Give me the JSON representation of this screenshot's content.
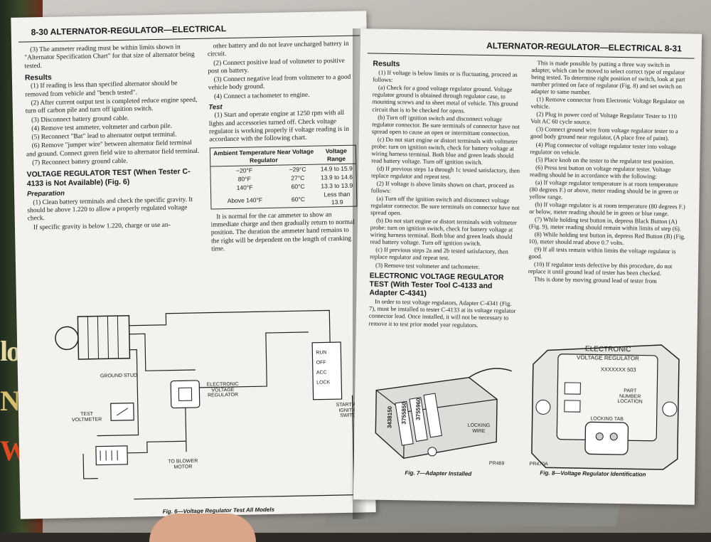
{
  "left_page": {
    "header": "8-30   ALTERNATOR-REGULATOR—ELECTRICAL",
    "col1": [
      {
        "t": "p",
        "text": "(3) The ammeter reading must be within limits shown in \"Alternator Specification Chart\" for that size of alternator being tested."
      },
      {
        "t": "h3",
        "text": "Results"
      },
      {
        "t": "p",
        "text": "(1) If reading is less than specified alternator should be removed from vehicle and \"bench tested\"."
      },
      {
        "t": "p",
        "text": "(2) After current output test is completed reduce engine speed, turn off carbon pile and turn off ignition switch."
      },
      {
        "t": "p",
        "text": "(3) Disconnect battery ground cable."
      },
      {
        "t": "p",
        "text": "(4) Remove test ammeter, voltmeter and carbon pile."
      },
      {
        "t": "p",
        "text": "(5) Reconnect \"Bat\" lead to alternator output terminal."
      },
      {
        "t": "p",
        "text": "(6) Remove \"jumper wire\" between alternator field terminal and ground. Connect green field wire to alternator field terminal."
      },
      {
        "t": "p",
        "text": "(7) Reconnect battery ground cable."
      },
      {
        "t": "h3",
        "text": "VOLTAGE REGULATOR TEST (When Tester C-4133 is Not Available) (Fig. 6)"
      },
      {
        "t": "h4",
        "text": "Preparation"
      },
      {
        "t": "p",
        "text": "(1) Clean battery terminals and check the specific gravity. It should be above 1.220 to allow a properly regulated voltage check."
      },
      {
        "t": "p",
        "text": "If specific gravity is below 1.220, charge or use an-"
      }
    ],
    "col2a": [
      {
        "t": "p",
        "text": "other battery and do not leave uncharged battery in circuit."
      },
      {
        "t": "p",
        "text": "(2) Connect positive lead of voltmeter to positive post on battery."
      },
      {
        "t": "p",
        "text": "(3) Connect negative lead from voltmeter to a good vehicle body ground."
      },
      {
        "t": "p",
        "text": "(4) Connect a tachometer to engine."
      },
      {
        "t": "h4",
        "text": "Test"
      },
      {
        "t": "p",
        "text": "(1) Start and operate engine at 1250 rpm with all lights and accessories turned off. Check voltage regulator is working properly if voltage reading is in accordance with the following chart."
      }
    ],
    "table": {
      "h1": "Ambient Temperature Near Voltage Regulator",
      "h2": "Voltage Range",
      "rows": [
        [
          "−20°F",
          "−29°C",
          "14.9 to 15.9"
        ],
        [
          "80°F",
          "27°C",
          "13.9 to 14.6"
        ],
        [
          "140°F",
          "60°C",
          "13.3 to 13.9"
        ],
        [
          "Above 140°F",
          "60°C",
          "Less than 13.9"
        ]
      ]
    },
    "col2b": [
      {
        "t": "p",
        "text": "It is normal for the car ammeter to show an immediate charge and then gradually return to normal position. The duration the ammeter hand remains to the right will be dependent on the length of cranking time."
      }
    ],
    "fig_labels": {
      "ground_stud": "GROUND STUD",
      "test_voltmeter": "TEST VOLTMETER",
      "regulator": "ELECTRONIC VOLTAGE REGULATOR",
      "blower": "TO BLOWER MOTOR",
      "run": "RUN",
      "off": "OFF",
      "acc": "ACC",
      "lock": "LOCK",
      "switch": "START AND IGNITION SWITCH"
    },
    "caption": "Fig. 6—Voltage Regulator Test All Models"
  },
  "right_page": {
    "header": "ALTERNATOR-REGULATOR—ELECTRICAL   8-31",
    "col1": [
      {
        "t": "h3",
        "text": "Results"
      },
      {
        "t": "p",
        "text": "(1) If voltage is below limits or is fluctuating, proceed as follows:"
      },
      {
        "t": "p",
        "text": "(a) Check for a good voltage regulator ground. Voltage regulator ground is obtained through regulator case, to mounting screws and to sheet metal of vehicle. This ground circuit that is to be checked for opens."
      },
      {
        "t": "p",
        "text": "(b) Turn off ignition switch and disconnect voltage regulator connector. Be sure terminals of connector have not spread open to cause an open or intermittant connection."
      },
      {
        "t": "p",
        "text": "(c) Do not start engine or distort terminals with voltmeter probe: turn on ignition switch, check for battery voltage at wiring harness terminal. Both blue and green leads should read battery voltage. Turn off ignition switch."
      },
      {
        "t": "p",
        "text": "(d) If previous steps 1a through 1c tested satisfactory, then replace regulator and repeat test."
      },
      {
        "t": "p",
        "text": "(2) If voltage is above limits shown on chart, proceed as follows:"
      },
      {
        "t": "p",
        "text": "(a) Turn off the ignition switch and disconnect voltage regulator connector. Be sure terminals on connector have not spread open."
      },
      {
        "t": "p",
        "text": "(b) Do not start engine or distort terminals with voltmeter probe: turn on ignition switch, check for battery voltage at wiring harness terminal. Both blue and green leads should read battery voltage. Turn off ignition switch."
      },
      {
        "t": "p",
        "text": "(c) If previous steps 2a and 2b tested satisfactory, then replace regulator and repeat test."
      },
      {
        "t": "p",
        "text": "(3) Remove test voltmeter and tachometer."
      },
      {
        "t": "h3",
        "text": "ELECTRONIC VOLTAGE REGULATOR TEST (With Tester Tool C-4133 and Adapter C-4341)"
      },
      {
        "t": "p",
        "text": "In order to test voltage regulators, Adapter C-4341 (Fig. 7), must be installed to tester C-4133 at its voltage regulator connector lead. Once installed, it will not be necessary to remove it to test prior model year regulators."
      }
    ],
    "col2": [
      {
        "t": "p",
        "text": "This is made possible by putting a three way switch in adapter, which can be moved to select correct type of regulator being tested. To determine right position of switch, look at part number printed on face of regulator (Fig. 8) and set switch on adapter to same number."
      },
      {
        "t": "p",
        "text": "(1) Remove connector from Electronic Voltage Regulator on vehicle."
      },
      {
        "t": "p",
        "text": "(2) Plug in power cord of Voltage Regulator Tester to 110 Volt AC 60 cycle source."
      },
      {
        "t": "p",
        "text": "(3) Connect ground wire from voltage regulator tester to a good body ground near regulator, (A place free of paint)."
      },
      {
        "t": "p",
        "text": "(4) Plug connector of voltage regulator tester into voltage regulator on vehicle."
      },
      {
        "t": "p",
        "text": "(5) Place knob on the tester to the regulator test position."
      },
      {
        "t": "p",
        "text": "(6) Press test button on voltage regulator tester. Voltage reading should be in accordance with the following:"
      },
      {
        "t": "p",
        "text": "(a) If voltage regulator temperature is at room temperature (80 degrees F.) or above, meter reading should be in green or yellow range."
      },
      {
        "t": "p",
        "text": "(b) If voltage regulator is at room temperature (80 degrees F.) or below, meter reading should be in green or blue range."
      },
      {
        "t": "p",
        "text": "(7) While holding test button in, depress Black Button (A) (Fig. 9), meter reading should remain within limits of step (6)."
      },
      {
        "t": "p",
        "text": "(8) While holding test button in, depress Red Button (B) (Fig. 10), meter should read above 0.7 volts."
      },
      {
        "t": "p",
        "text": "(9) If all tests remain within limits the voltage regulator is good."
      },
      {
        "t": "p",
        "text": "(10) If regulator tests defective by this procedure, do not replace it until ground lead of tester has been checked."
      },
      {
        "t": "p",
        "text": "This is done by moving ground lead of tester from"
      }
    ],
    "fig7": {
      "numbers": [
        "3438150",
        "3755850",
        "3755960"
      ],
      "locking_wire": "LOCKING WIRE",
      "code": "PR469",
      "caption": "Fig. 7—Adapter Installed"
    },
    "fig8": {
      "title1": "ELECTRONIC",
      "title2": "VOLTAGE REGULATOR",
      "partno": "XXXXXXX 503",
      "part_label": "PART NUMBER LOCATION",
      "locking_tab": "LOCKING TAB",
      "code": "PR470A",
      "caption": "Fig. 8—Voltage Regulator Identification"
    }
  },
  "background": {
    "cover_letters": [
      "lo",
      "N",
      "W"
    ]
  }
}
